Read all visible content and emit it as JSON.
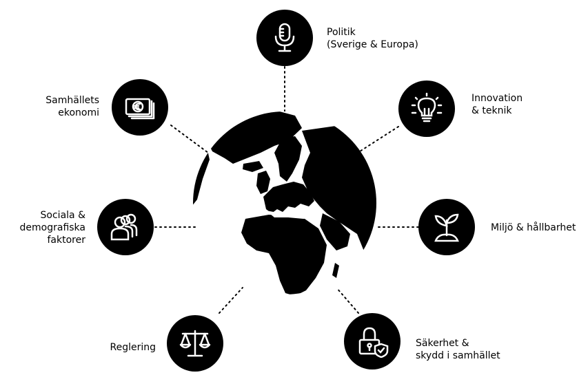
{
  "diagram": {
    "nodes": [
      {
        "id": "politik",
        "icon": "microphone-icon",
        "lines": [
          "Politik",
          "(Sverige & Europa)"
        ]
      },
      {
        "id": "innovation",
        "icon": "lightbulb-icon",
        "lines": [
          "Innovation",
          "& teknik"
        ]
      },
      {
        "id": "miljo",
        "icon": "plant-sprout-icon",
        "lines": [
          "Miljö & hållbarhet"
        ]
      },
      {
        "id": "sakerhet",
        "icon": "padlock-shield-icon",
        "lines": [
          "Säkerhet &",
          "skydd i samhället"
        ]
      },
      {
        "id": "reglering",
        "icon": "scales-icon",
        "lines": [
          "Reglering"
        ]
      },
      {
        "id": "sociala",
        "icon": "people-group-icon",
        "lines": [
          "Sociala &",
          "demografiska",
          "faktorer"
        ]
      },
      {
        "id": "ekonomi",
        "icon": "euro-banknotes-icon",
        "lines": [
          "Samhällets",
          "ekonomi"
        ]
      }
    ],
    "center": {
      "icon": "globe-icon"
    },
    "colors": {
      "node_fill": "#000000",
      "icon_stroke": "#ffffff",
      "text": "#000000",
      "background": "#ffffff"
    }
  }
}
